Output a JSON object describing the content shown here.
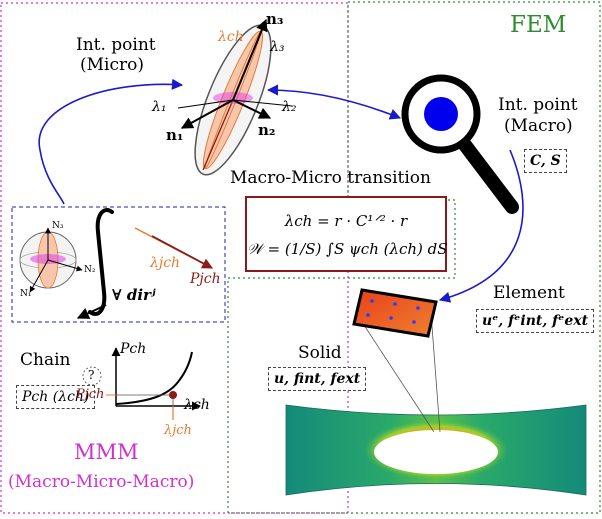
{
  "labels": {
    "fem": "FEM",
    "int_point_micro": [
      "Int. point",
      "(Micro)"
    ],
    "int_point_macro": [
      "Int. point",
      "(Macro)"
    ],
    "macro_micro_transition": "Macro-Micro transition",
    "element": "Element",
    "solid": "Solid",
    "chain": "Chain",
    "mmm": "MMM",
    "mmm_full": "(Macro-Micro-Macro)"
  },
  "symbols": {
    "n1": "n₁",
    "n2": "n₂",
    "n3": "n₃",
    "lambda1": "λ₁",
    "lambda2": "λ₂",
    "lambda3": "λ₃",
    "lambda_ch": "λch",
    "P_ch": "Pch",
    "P_ch_j": "Pjch",
    "lambda_ch_j": "λjch",
    "dir_j": "∀ dirʲ",
    "sphere_N1": "N₁",
    "sphere_N2": "N₂",
    "sphere_N3": "N₃",
    "question": "?"
  },
  "boxes": {
    "macro_vars": "C, S",
    "element_vars": "uᵉ, fᵉint, fᵉext",
    "solid_vars": "u, fint, fext",
    "chain_func": "Pch (λch)"
  },
  "formulas": {
    "lambda_ch": "λch = r · C¹ᐟ² · r",
    "energy": "𝒲 = (1/S) ∫S ψch (λch) dS"
  },
  "colors": {
    "fem_border": "#2e8b2e",
    "mmm_border": "#d030d0",
    "micro_box_border": "#2020b0",
    "transition_arrow": "#1a1acc",
    "formula_border": "#8b1a1a",
    "chain_red": "#8b1a1a",
    "orange": "#e87a30",
    "magnifier_lens": "#0000ee"
  }
}
